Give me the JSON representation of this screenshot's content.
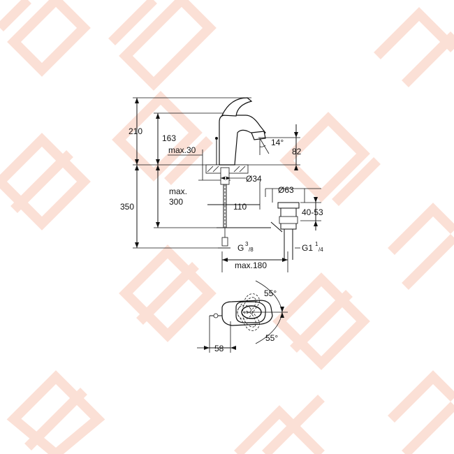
{
  "dimensions": {
    "d210": "210",
    "d163": "163",
    "dmax30": "max.30",
    "d14deg": "14°",
    "d82": "82",
    "d34": "Ø34",
    "dmax": "max.",
    "d300": "300",
    "d63": "Ø63",
    "d350": "350",
    "d110": "110",
    "d4053": "40-53",
    "dG38_main": "G",
    "dG38_sup": "3",
    "dG38_sub": "/8",
    "dG14_main": "G1",
    "dG14_sup": "1",
    "dG14_sub": "/4",
    "dmax180": "max.180",
    "d55top": "55°",
    "d55bot": "55°",
    "d58": "58"
  }
}
